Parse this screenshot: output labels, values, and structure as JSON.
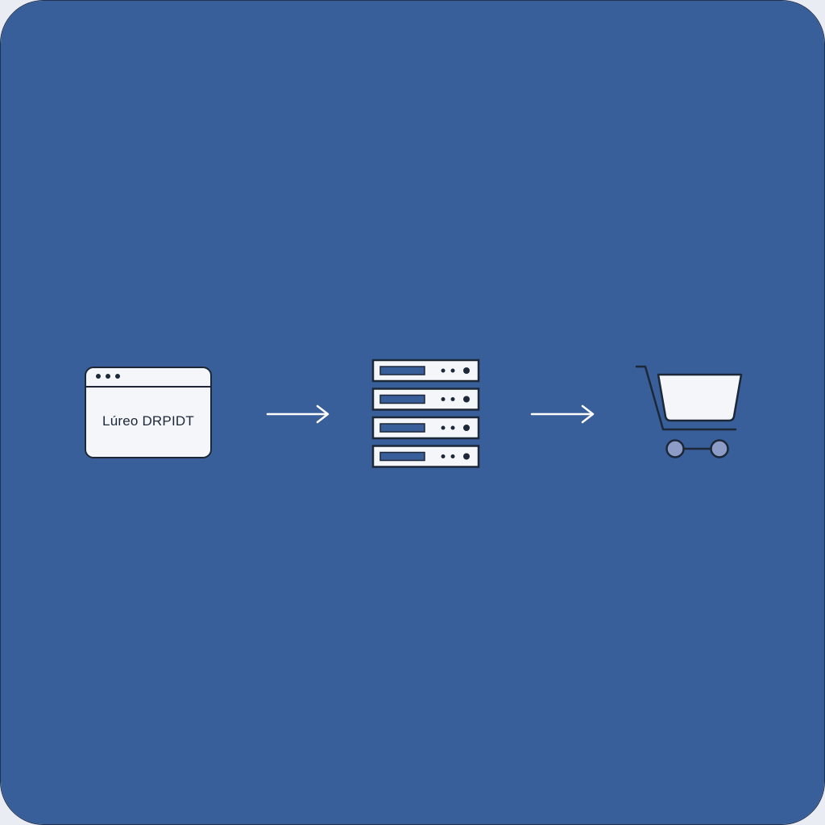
{
  "background": {
    "card_color": "#395f9a",
    "outline_color": "#1c2738",
    "fill_light": "#f4f6fa",
    "slot_color": "#395f9a",
    "wheel_color": "#8c9cc6"
  },
  "diagram": {
    "nodes": [
      {
        "id": "browser",
        "icon": "browser-window-icon",
        "label": "Lúreo DRPIDT"
      },
      {
        "id": "server",
        "icon": "server-rack-icon",
        "label": ""
      },
      {
        "id": "cart",
        "icon": "shopping-cart-icon",
        "label": ""
      }
    ],
    "edges": [
      {
        "from": "browser",
        "to": "server",
        "icon": "arrow-right-icon"
      },
      {
        "from": "server",
        "to": "cart",
        "icon": "arrow-right-icon"
      }
    ],
    "server_unit_count": 4
  }
}
